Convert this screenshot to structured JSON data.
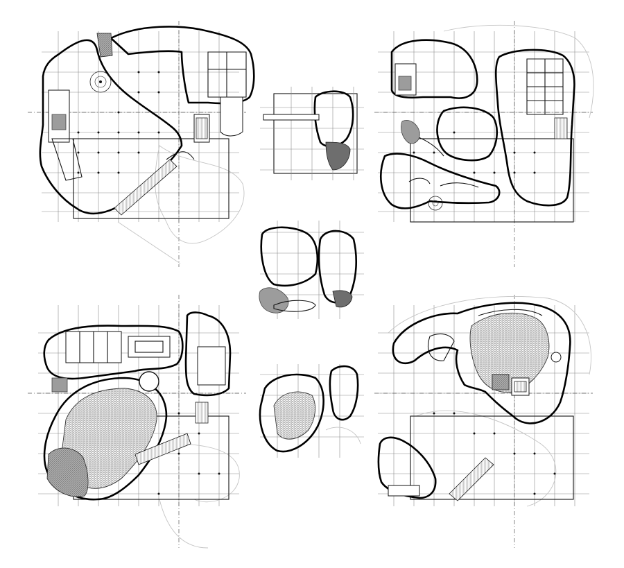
{
  "sheet": {
    "background": "#ffffff",
    "line_color": "#000000",
    "hatch_color": "#9c9c9c",
    "plans": [
      {
        "id": "plan-top-left",
        "position": "top-left",
        "kind": "floor plan"
      },
      {
        "id": "plan-top-right",
        "position": "top-right",
        "kind": "floor plan"
      },
      {
        "id": "plan-bottom-left",
        "position": "bottom-left",
        "kind": "floor plan with auditorium"
      },
      {
        "id": "plan-bottom-right",
        "position": "bottom-right",
        "kind": "floor plan with auditorium"
      },
      {
        "id": "key-top",
        "position": "center-top",
        "kind": "key plan"
      },
      {
        "id": "key-middle",
        "position": "center-middle",
        "kind": "key plan"
      },
      {
        "id": "key-bottom",
        "position": "center-bottom",
        "kind": "key plan"
      }
    ]
  }
}
